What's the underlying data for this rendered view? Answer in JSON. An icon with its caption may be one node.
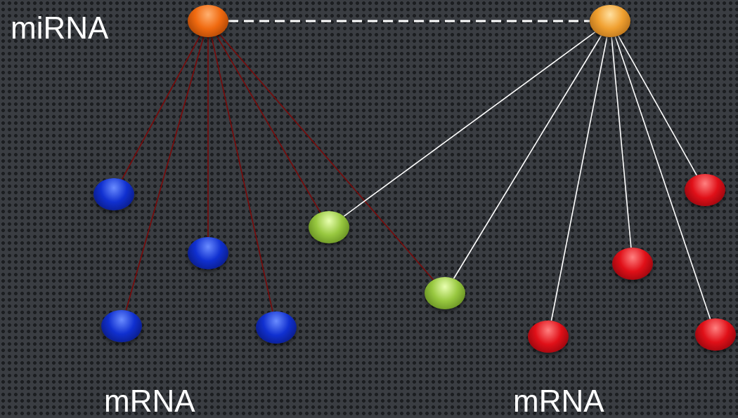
{
  "diagram": {
    "nodes": [
      {
        "text": [],
        "shape": "circle"
      },
      {
        "text": [],
        "shape": "circle"
      },
      {
        "text": [],
        "shape": "circle"
      },
      {
        "text": [],
        "shape": "circle"
      },
      {
        "text": [],
        "shape": "circle"
      },
      {
        "text": [],
        "shape": "circle"
      },
      {
        "text": [],
        "shape": "circle"
      },
      {
        "text": [],
        "shape": "circle"
      },
      {
        "text": [],
        "shape": "circle"
      },
      {
        "text": [],
        "shape": "circle"
      },
      {
        "text": [],
        "shape": "circle"
      },
      {
        "text": [],
        "shape": "circle"
      }
    ],
    "edges": [
      {
        "from": 0,
        "to": 1,
        "arrow": "none",
        "style": "dashed"
      },
      {
        "from": 0,
        "to": 2,
        "arrow": "none",
        "color": "#7a0a0a"
      },
      {
        "from": 0,
        "to": 3,
        "arrow": "none",
        "color": "#7a0a0a"
      },
      {
        "from": 0,
        "to": 4,
        "arrow": "none",
        "color": "#7a0a0a"
      },
      {
        "from": 0,
        "to": 5,
        "arrow": "none",
        "color": "#7a0a0a"
      },
      {
        "from": 0,
        "to": 6,
        "arrow": "none",
        "color": "#7a0a0a"
      },
      {
        "from": 0,
        "to": 7,
        "arrow": "none",
        "color": "#7a0a0a"
      },
      {
        "from": 1,
        "to": 6,
        "arrow": "none"
      },
      {
        "from": 1,
        "to": 7,
        "arrow": "none"
      },
      {
        "from": 1,
        "to": 8,
        "arrow": "none"
      },
      {
        "from": 1,
        "to": 9,
        "arrow": "none"
      },
      {
        "from": 1,
        "to": 10,
        "arrow": "none"
      },
      {
        "from": 1,
        "to": 11,
        "arrow": "none"
      }
    ],
    "labels": [
      "miRNA",
      "mRNA",
      "mRNA"
    ]
  }
}
